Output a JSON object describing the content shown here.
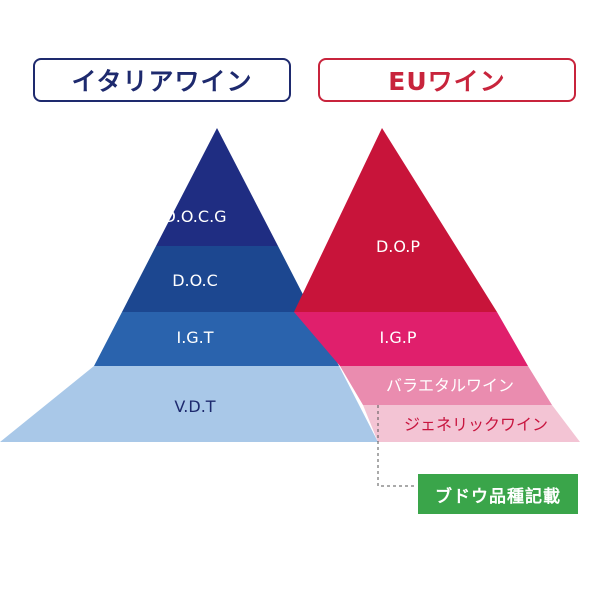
{
  "headers": {
    "italy": "イタリアワイン",
    "eu": "EUワイン"
  },
  "italy_tiers": [
    "D.O.C.G",
    "D.O.C",
    "I.G.T",
    "V.D.T"
  ],
  "eu_tiers": [
    "D.O.P",
    "I.G.P",
    "バラエタルワイン",
    "ジェネリックワイン"
  ],
  "callout": "ブドウ品種記載",
  "colors": {
    "italy_docg": "#1f2d82",
    "italy_doc": "#1c4790",
    "italy_igt": "#2a63ad",
    "italy_vdt": "#a9c8e8",
    "eu_dop": "#c8143a",
    "eu_igp": "#e01f6c",
    "eu_varietal": "#ea8caf",
    "eu_generic": "#f3c4d4",
    "callout_green": "#3aa54a"
  }
}
